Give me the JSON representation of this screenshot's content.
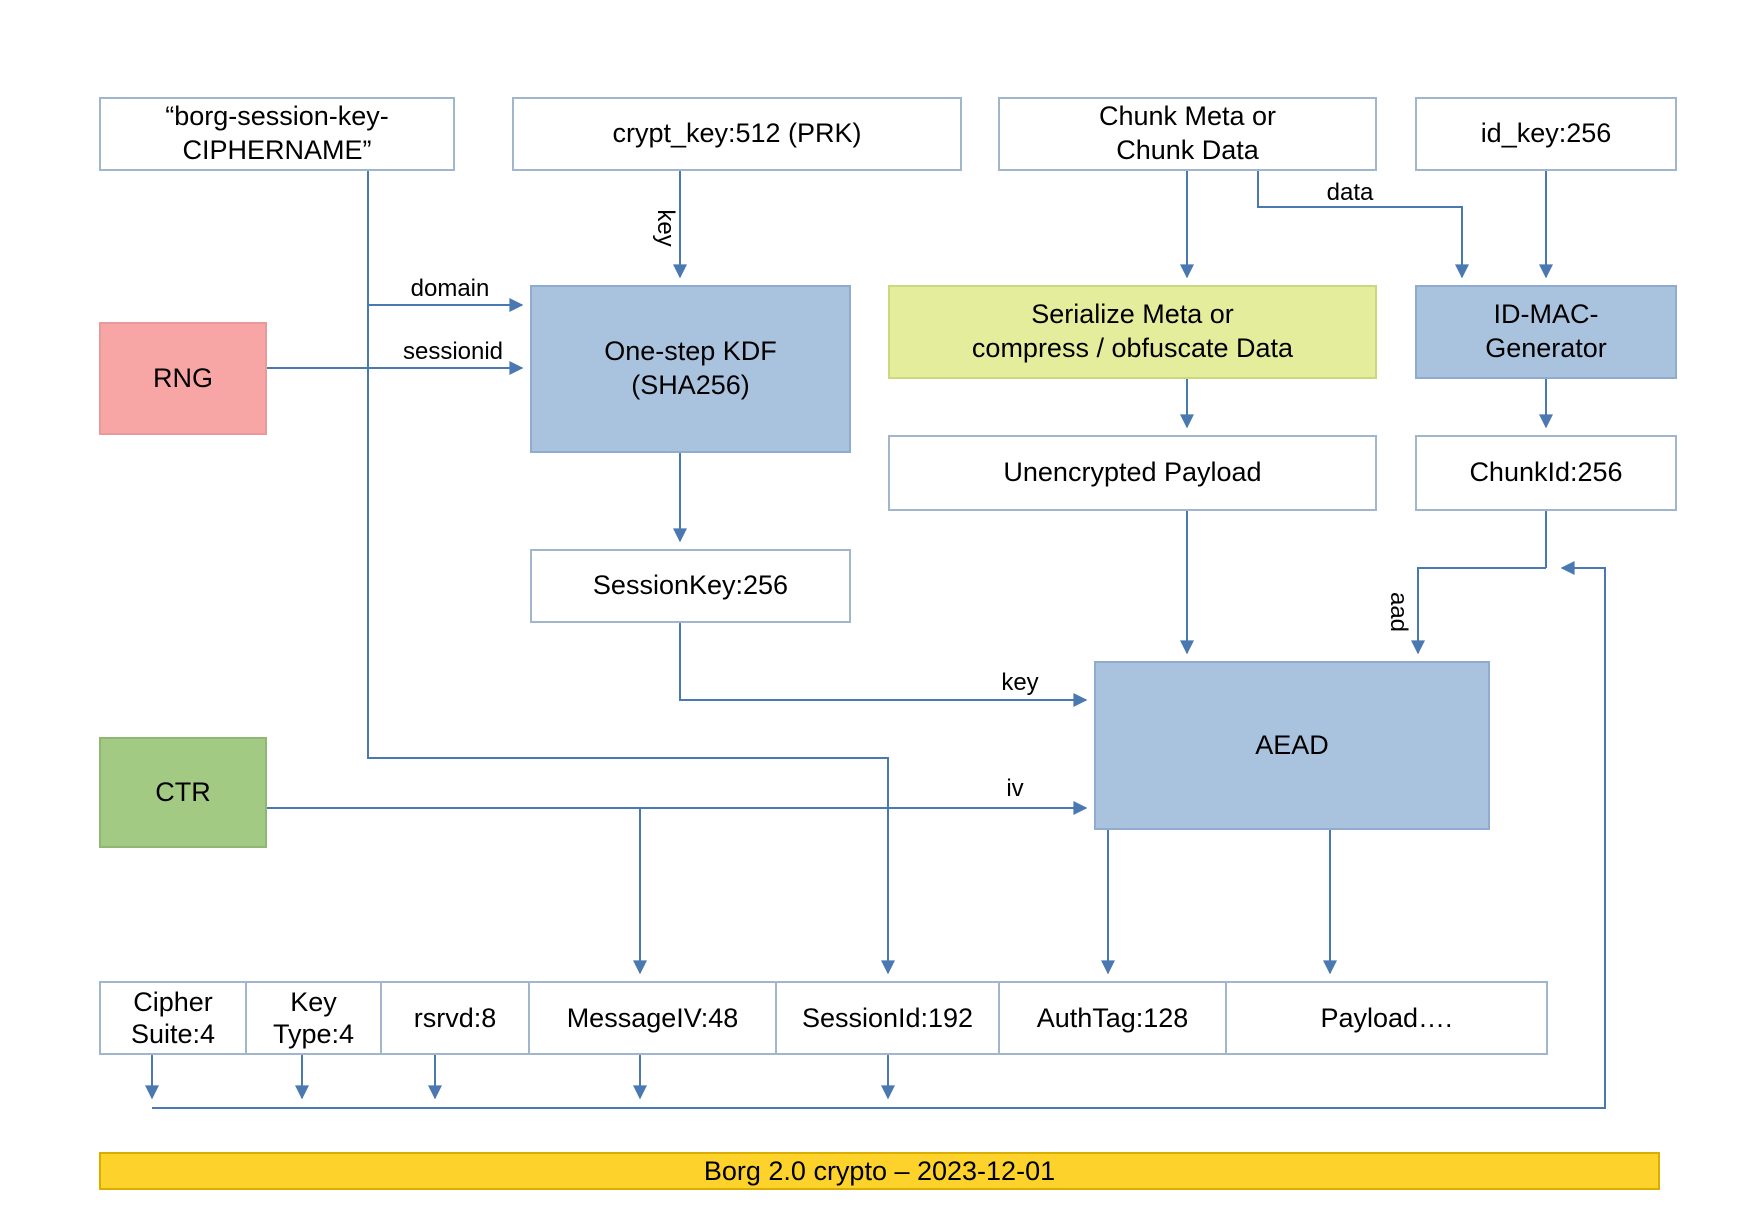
{
  "title_bar": {
    "label": "Borg 2.0 crypto – 2023-12-01"
  },
  "nodes": {
    "domain_string": {
      "label": "“borg-session-key-\nCIPHERNAME”"
    },
    "crypt_key": {
      "label": "crypt_key:512 (PRK)"
    },
    "chunk_input": {
      "label": "Chunk Meta or\nChunk Data"
    },
    "id_key": {
      "label": "id_key:256"
    },
    "rng": {
      "label": "RNG"
    },
    "ctr": {
      "label": "CTR"
    },
    "kdf": {
      "label": "One-step KDF\n(SHA256)"
    },
    "serialize": {
      "label": "Serialize Meta or\ncompress / obfuscate Data"
    },
    "id_mac_generator": {
      "label": "ID-MAC-\nGenerator"
    },
    "unencrypted_payload": {
      "label": "Unencrypted Payload"
    },
    "chunk_id": {
      "label": "ChunkId:256"
    },
    "session_key": {
      "label": "SessionKey:256"
    },
    "aead": {
      "label": "AEAD"
    }
  },
  "header_fields": [
    {
      "label": "Cipher\nSuite:4"
    },
    {
      "label": "Key\nType:4"
    },
    {
      "label": "rsrvd:8"
    },
    {
      "label": "MessageIV:48"
    },
    {
      "label": "SessionId:192"
    },
    {
      "label": "AuthTag:128"
    },
    {
      "label": "Payload…."
    }
  ],
  "edge_labels": {
    "domain": "domain",
    "sessionid": "sessionid",
    "key_to_kdf": "key",
    "data": "data",
    "key_to_aead": "key",
    "iv": "iv",
    "aad": "aad"
  },
  "colors": {
    "line": "#4a78b0",
    "process_fill": "#a9c2de",
    "rng_fill": "#f8a5a5",
    "ctr_fill": "#a2ca83",
    "serialize_fill": "#e3ed9c",
    "title_fill": "#fdd32b"
  }
}
